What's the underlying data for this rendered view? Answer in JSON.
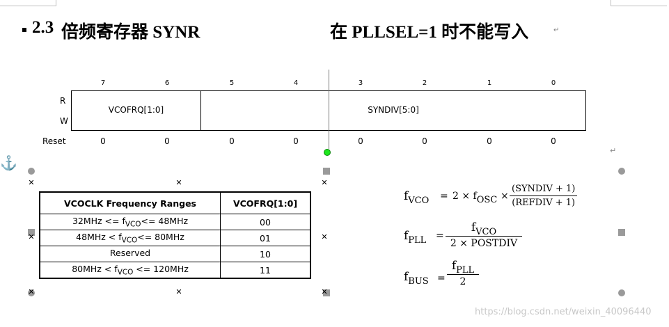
{
  "heading": {
    "number": "2.3",
    "title": "倍频寄存器  SYNR",
    "note": "在 PLLSEL=1 时不能写入",
    "para_mark": "↵"
  },
  "register": {
    "bit_numbers": [
      "7",
      "6",
      "5",
      "4",
      "3",
      "2",
      "1",
      "0"
    ],
    "read_label": "R",
    "write_label": "W",
    "fields": [
      "VCOFRQ[1:0]",
      "SYNDIV[5:0]"
    ],
    "reset_label": "Reset",
    "reset_values": [
      "0",
      "0",
      "0",
      "0",
      "0",
      "0",
      "0",
      "0"
    ],
    "para_mark": "↵"
  },
  "anchor_glyph": "⚓",
  "freq_table": {
    "headers": [
      "VCOCLK Frequency Ranges",
      "VCOFRQ[1:0]"
    ],
    "rows": [
      {
        "range_pre": "32MHz <= f",
        "range_sub": "VCO",
        "range_post": "<= 48MHz",
        "value": "00"
      },
      {
        "range_pre": "48MHz < f",
        "range_sub": "VCO",
        "range_post": "<= 80MHz",
        "value": "01"
      },
      {
        "range_pre": "Reserved",
        "range_sub": "",
        "range_post": "",
        "value": "10"
      },
      {
        "range_pre": "80MHz < f",
        "range_sub": "VCO",
        "range_post": " <= 120MHz",
        "value": "11"
      }
    ]
  },
  "formulas": {
    "fvco": {
      "f": "f",
      "sub": "VCO",
      "eq": "=",
      "rhs_pre": "2 × f",
      "rhs_sub": "OSC",
      "times": "×",
      "num": "(SYNDIV + 1)",
      "den": "(REFDIV + 1)"
    },
    "fpll": {
      "f": "f",
      "sub": "PLL",
      "eq": "=",
      "num_f": "f",
      "num_sub": "VCO",
      "den": "2 × POSTDIV"
    },
    "fbus": {
      "f": "f",
      "sub": "BUS",
      "eq": "=",
      "num_f": "f",
      "num_sub": "PLL",
      "den": "2"
    }
  },
  "watermark": "https://blog.csdn.net/weixin_40096440"
}
